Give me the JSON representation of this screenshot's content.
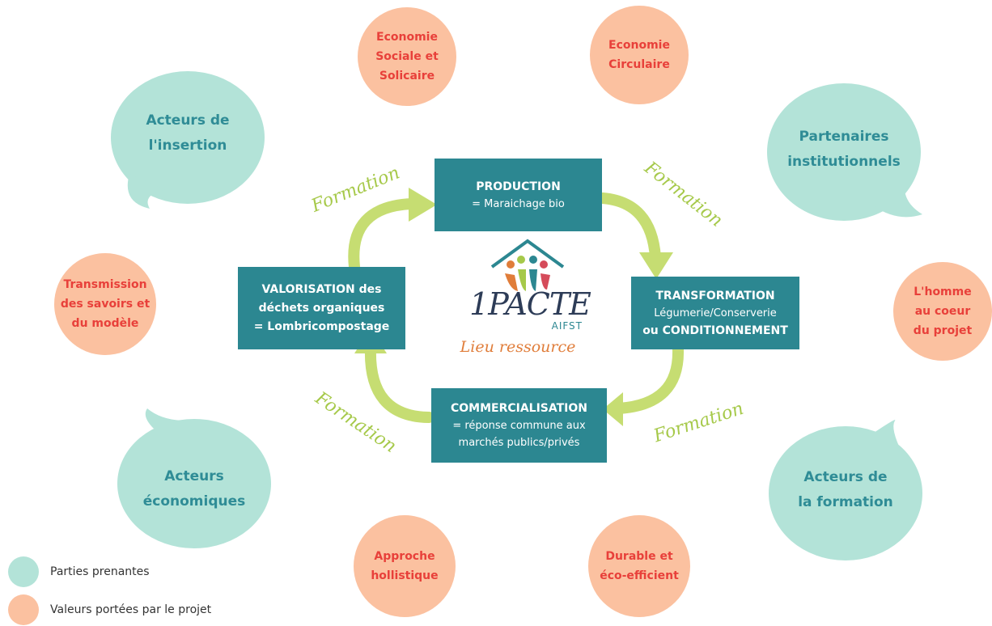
{
  "colors": {
    "teal_bubble": "#b3e3d8",
    "peach_bubble": "#fbc1a0",
    "teal_text": "#2f8c96",
    "red_text": "#e8403a",
    "process_box": "#2c8791",
    "arrow": "#c6dd72",
    "formation_text": "#a6c94a",
    "logo_orange": "#e07d3a",
    "logo_navy": "#2d3c57"
  },
  "stakeholders": [
    {
      "name": "actors-insertion",
      "text": "Acteurs de\nl'insertion"
    },
    {
      "name": "institutional-partners",
      "text": "Partenaires\ninstitutionnels"
    },
    {
      "name": "economic-actors",
      "text": "Acteurs\néconomiques"
    },
    {
      "name": "training-actors",
      "text": "Acteurs de\nla formation"
    }
  ],
  "values": [
    {
      "name": "social-economy",
      "text": "Economie\nSociale et\nSolicaire"
    },
    {
      "name": "circular-economy",
      "text": "Economie\nCirculaire"
    },
    {
      "name": "knowledge-transmission",
      "text": "Transmission\ndes savoirs et\ndu modèle"
    },
    {
      "name": "human-centered",
      "text": "L'homme\nau coeur\ndu projet"
    },
    {
      "name": "holistic-approach",
      "text": "Approche\nhollistique"
    },
    {
      "name": "sustainable",
      "text": "Durable et\néco-efficient"
    }
  ],
  "process": {
    "production": {
      "title": "PRODUCTION",
      "subtitle": "= Maraichage bio"
    },
    "transformation": {
      "title": "TRANSFORMATION",
      "subtitle": "Légumerie/Conserverie",
      "subtitle_bold": "ou CONDITIONNEMENT"
    },
    "commercialisation": {
      "title": "COMMERCIALISATION",
      "subtitle": "= réponse commune aux\nmarchés publics/privés"
    },
    "valorisation": {
      "title_bold": "VALORISATION",
      "title_rest": " des",
      "line2": "déchets organiques",
      "line3": "= Lombricompostage"
    }
  },
  "formation_label": "Formation",
  "logo": {
    "main": "1PACTE",
    "sub": "AIFST",
    "tagline": "Lieu ressource"
  },
  "legend": [
    {
      "label": "Parties prenantes",
      "color": "#b3e3d8"
    },
    {
      "label": "Valeurs portées par le projet",
      "color": "#fbc1a0"
    }
  ]
}
